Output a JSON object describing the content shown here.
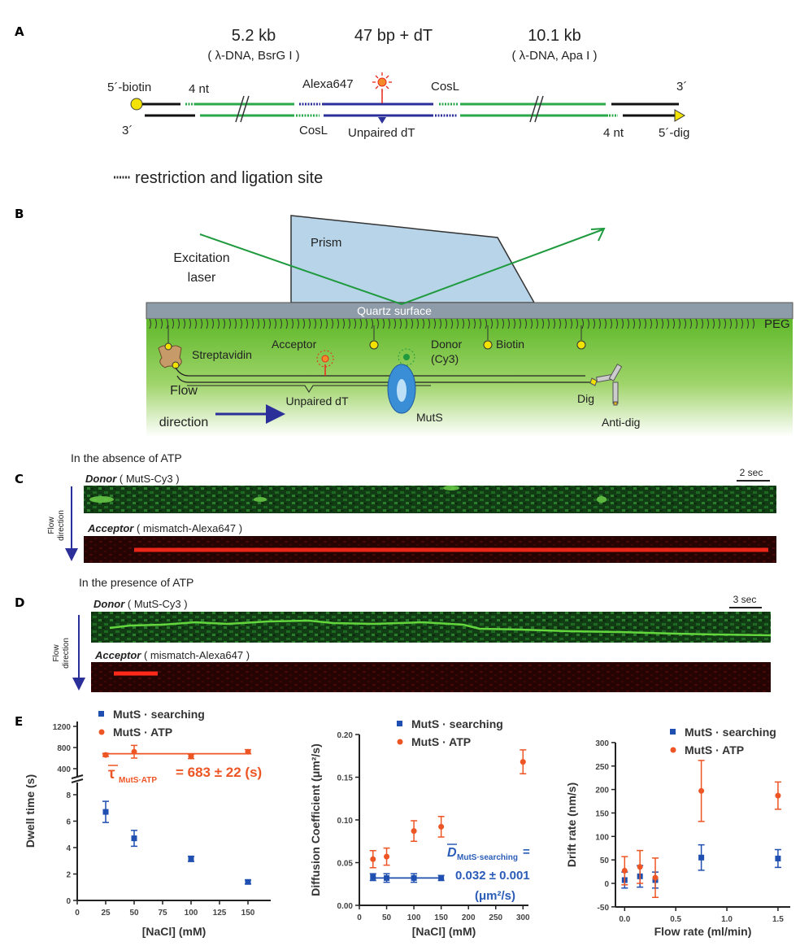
{
  "panels": {
    "a": "A",
    "b": "B",
    "c": "C",
    "d": "D",
    "e": "E"
  },
  "panel_a": {
    "seg1_size": "5.2 kb",
    "seg1_source": "( λ-DNA, BsrG I )",
    "seg2_size": "47 bp + dT",
    "seg3_size": "10.1 kb",
    "seg3_source": "( λ-DNA, Apa I )",
    "biotin_5": "5´-biotin",
    "nt_left": "4 nt",
    "alexa": "Alexa647",
    "cosl_top": "CosL",
    "end_3_top": "3´",
    "end_3_bottom": "3´",
    "cosl_bottom": "CosL",
    "unpaired": "Unpaired dT",
    "nt_right": "4 nt",
    "dig_5": "5´-dig",
    "legend": "restriction and ligation site",
    "colors": {
      "green": "#2aa84a",
      "blue": "#2b2f9a",
      "black": "#111111",
      "yellow": "#f2e200",
      "red": "#e8281e"
    }
  },
  "panel_b": {
    "prism": "Prism",
    "excitation_1": "Excitation",
    "excitation_2": "laser",
    "quartz": "Quartz surface",
    "peg": "PEG",
    "acceptor": "Acceptor",
    "streptavidin": "Streptavidin",
    "donor_1": "Donor",
    "donor_2": "(Cy3)",
    "biotin": "Biotin",
    "unpaired": "Unpaired dT",
    "flow_1": "Flow",
    "flow_2": "direction",
    "mutS": "MutS",
    "dig": "Dig",
    "anti_dig": "Anti-dig"
  },
  "panel_c": {
    "title": "In the absence of ATP",
    "donor_bold": "Donor",
    "donor_rest": "( MutS-Cy3 )",
    "acceptor_bold": "Acceptor",
    "acceptor_rest": "( mismatch-Alexa647 )",
    "scale": "2 sec",
    "flow_1": "Flow",
    "flow_2": "direction"
  },
  "panel_d": {
    "title": "In the presence of ATP",
    "donor_bold": "Donor",
    "donor_rest": "( MutS-Cy3 )",
    "acceptor_bold": "Acceptor",
    "acceptor_rest": "( mismatch-Alexa647 )",
    "scale": "3 sec",
    "flow_1": "Flow",
    "flow_2": "direction"
  },
  "chart_data": [
    {
      "type": "scatter",
      "title": "",
      "xlabel": "[NaCl] (mM)",
      "ylabel": "Dwell time (s)",
      "xlim": [
        0,
        170
      ],
      "x_ticks": [
        "0",
        "25",
        "50",
        "75",
        "100",
        "125",
        "150"
      ],
      "y_ticks_lower": [
        "0",
        "2",
        "4",
        "6",
        "8"
      ],
      "y_ticks_upper": [
        "400",
        "800",
        "1200"
      ],
      "y_axis_break": true,
      "legend": {
        "position": "top",
        "entries": [
          "MutS · searching",
          "MutS · ATP"
        ]
      },
      "series": [
        {
          "name": "MutS · searching",
          "color": "#1f4fb0",
          "marker": "square",
          "x": [
            25,
            50,
            100,
            150
          ],
          "y": [
            6.7,
            4.7,
            3.15,
            1.4
          ],
          "err": [
            0.8,
            0.6,
            0.2,
            0.15
          ]
        },
        {
          "name": "MutS · ATP",
          "color": "#ee5524",
          "marker": "circle",
          "x": [
            25,
            50,
            100,
            150
          ],
          "y": [
            660,
            720,
            630,
            720
          ],
          "err": [
            30,
            120,
            40,
            40
          ],
          "fit": 683
        }
      ],
      "annotation": {
        "symbol": "τ",
        "sub": "MutS·ATP",
        "text": "= 683 ± 22 (s)"
      }
    },
    {
      "type": "scatter",
      "title": "",
      "xlabel": "[NaCl] (mM)",
      "ylabel": "Diffusion Coefficient (μm²/s)",
      "xlim": [
        0,
        310
      ],
      "ylim": [
        0,
        0.2
      ],
      "x_ticks": [
        "0",
        "50",
        "100",
        "150",
        "200",
        "250",
        "300"
      ],
      "y_ticks": [
        "0.00",
        "0.05",
        "0.10",
        "0.15",
        "0.20"
      ],
      "legend": {
        "position": "top",
        "entries": [
          "MutS · searching",
          "MutS · ATP"
        ]
      },
      "series": [
        {
          "name": "MutS · searching",
          "color": "#1f4fb0",
          "marker": "square",
          "x": [
            25,
            50,
            100,
            150
          ],
          "y": [
            0.033,
            0.032,
            0.032,
            0.032
          ],
          "err": [
            0.004,
            0.005,
            0.005,
            0.003
          ],
          "fit": 0.032
        },
        {
          "name": "MutS · ATP",
          "color": "#ee5524",
          "marker": "circle",
          "x": [
            25,
            50,
            100,
            150,
            300
          ],
          "y": [
            0.054,
            0.057,
            0.087,
            0.092,
            0.168
          ],
          "err": [
            0.01,
            0.01,
            0.012,
            0.012,
            0.014
          ]
        }
      ],
      "annotation": {
        "symbol": "D",
        "sub": "MutS·searching",
        "line1": "=",
        "line2": "0.032 ± 0.001",
        "line3": "(μm²/s)"
      }
    },
    {
      "type": "scatter",
      "title": "",
      "xlabel": "Flow rate (ml/min)",
      "ylabel": "Drift rate (nm/s)",
      "xlim": [
        -0.09,
        1.62
      ],
      "ylim": [
        -50,
        300
      ],
      "x_ticks": [
        "0.0",
        "0.5",
        "1.0",
        "1.5"
      ],
      "y_ticks": [
        "-50",
        "0",
        "50",
        "100",
        "150",
        "200",
        "250",
        "300"
      ],
      "legend": {
        "position": "top-right",
        "entries": [
          "MutS · searching",
          "MutS · ATP"
        ]
      },
      "series": [
        {
          "name": "MutS · searching",
          "color": "#1f4fb0",
          "marker": "square",
          "x": [
            0,
            0.15,
            0.3,
            0.75,
            1.5
          ],
          "y": [
            7,
            15,
            7,
            55,
            53
          ],
          "err": [
            17,
            23,
            17,
            27,
            19
          ]
        },
        {
          "name": "MutS · ATP",
          "color": "#ee5524",
          "marker": "circle",
          "x": [
            0,
            0.15,
            0.3,
            0.75,
            1.5
          ],
          "y": [
            27,
            35,
            12,
            197,
            187
          ],
          "err": [
            30,
            35,
            42,
            65,
            29
          ]
        }
      ]
    }
  ]
}
